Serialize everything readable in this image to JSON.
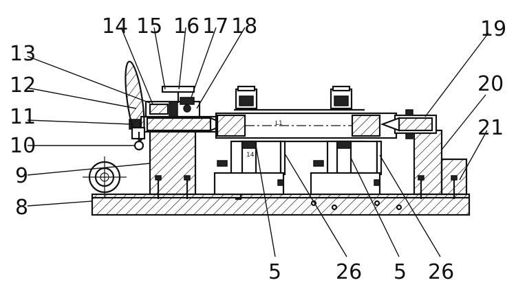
{
  "labels": {
    "l13": "13",
    "l12": "12",
    "l11": "11",
    "l10": "10",
    "l9": "9",
    "l8": "8",
    "l14": "14",
    "l15": "15",
    "l16": "16",
    "l17": "17",
    "l18": "18",
    "l19": "19",
    "l20": "20",
    "l21": "21",
    "b5a": "5",
    "b26a": "26",
    "b5b": "5",
    "b26b": "26"
  },
  "inline_marks": {
    "shaft_mark": "L1",
    "cyl_mark_1": "14"
  }
}
